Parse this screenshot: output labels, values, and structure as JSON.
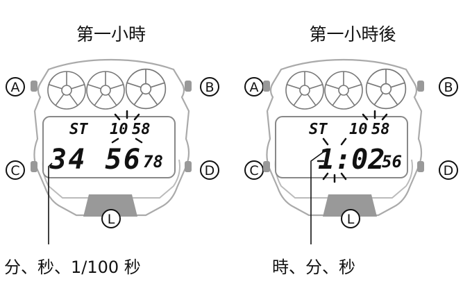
{
  "left_watch": {
    "title": "第一小時",
    "top_line": {
      "label": "ST",
      "hour": "10",
      "minute": "58"
    },
    "main_digits": "345678",
    "big": "34 56",
    "small": "78",
    "caption": "分、秒、1/100 秒"
  },
  "right_watch": {
    "title": "第一小時後",
    "top_line": {
      "label": "ST",
      "hour": "10",
      "minute": "58"
    },
    "big": "1:02",
    "small": "56",
    "caption": "時、分、秒"
  },
  "buttons": {
    "a": "A",
    "b": "B",
    "c": "C",
    "d": "D",
    "l": "L"
  },
  "colors": {
    "case_stroke": "#aaaaaa",
    "ink": "#111111",
    "bottom_button": "#999999"
  }
}
